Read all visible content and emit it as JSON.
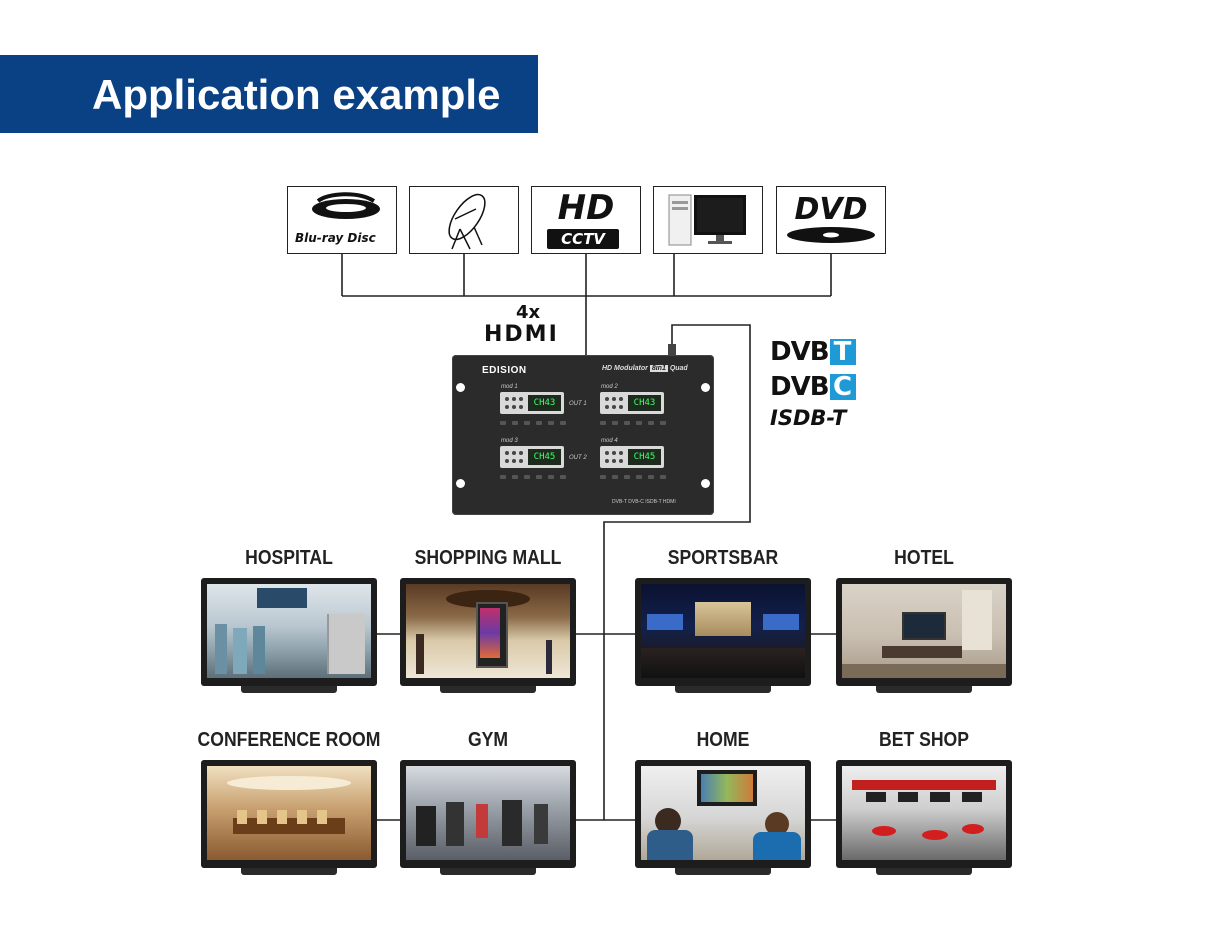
{
  "header": {
    "title": "Application example"
  },
  "sources": [
    {
      "id": "bluray",
      "icon": "bluray-disc-icon",
      "label": "Blu-ray Disc"
    },
    {
      "id": "satellite",
      "icon": "satellite-dish-icon",
      "label": ""
    },
    {
      "id": "cctv",
      "icon": "hd-cctv-icon",
      "label_top": "HD",
      "label_bottom": "CCTV"
    },
    {
      "id": "computer",
      "icon": "computer-icon",
      "label": ""
    },
    {
      "id": "dvd",
      "icon": "dvd-icon",
      "label": "DVD"
    }
  ],
  "input": {
    "count": "4x",
    "interface": "HDMI"
  },
  "device": {
    "brand": "EDISION",
    "model_prefix": "HD Modulator",
    "model_badge": "8in1",
    "model_suffix": "Quad",
    "modules": [
      {
        "label": "mod 1",
        "channel": "CH43"
      },
      {
        "label": "mod 2",
        "channel": "CH43"
      },
      {
        "label": "mod 3",
        "channel": "CH45"
      },
      {
        "label": "mod 4",
        "channel": "CH45"
      }
    ],
    "outputs": [
      "OUT 1",
      "OUT 2"
    ],
    "footer": "DVB-T  DVB-C  ISDB-T  HDMI"
  },
  "standards": {
    "dvbt": {
      "prefix": "DVB",
      "suffix": "T"
    },
    "dvbc": {
      "prefix": "DVB",
      "suffix": "C"
    },
    "isdb": "ISDB-T"
  },
  "locations": [
    {
      "name": "HOSPITAL",
      "theme": "hospital"
    },
    {
      "name": "SHOPPING MALL",
      "theme": "mall"
    },
    {
      "name": "SPORTSBAR",
      "theme": "sportsbar"
    },
    {
      "name": "HOTEL",
      "theme": "hotel"
    },
    {
      "name": "CONFERENCE ROOM",
      "theme": "conference"
    },
    {
      "name": "GYM",
      "theme": "gym"
    },
    {
      "name": "HOME",
      "theme": "home"
    },
    {
      "name": "BET SHOP",
      "theme": "betshop"
    }
  ],
  "colors": {
    "banner": "#0a4185",
    "dvb_accent": "#1e9bd7",
    "lcd_text": "#3dff6a",
    "line": "#222222"
  }
}
